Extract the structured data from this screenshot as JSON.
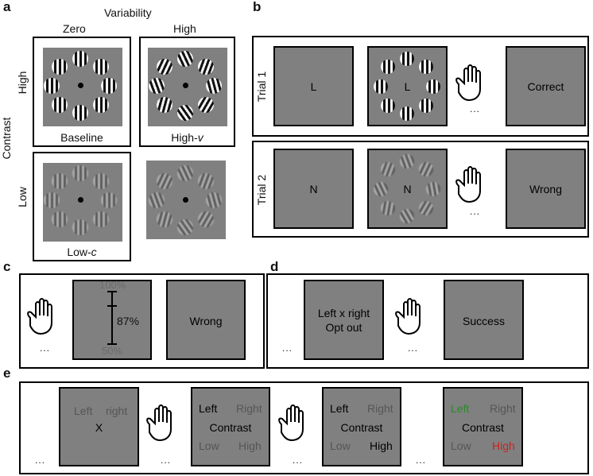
{
  "panel_a": {
    "label": "a",
    "variability_title": "Variability",
    "col_zero": "Zero",
    "col_high": "High",
    "contrast_title": "Contrast",
    "row_high": "High",
    "row_low": "Low",
    "baseline_caption": "Baseline",
    "highv_caption_main": "High-",
    "highv_caption_var": "v",
    "lowc_caption_main": "Low-",
    "lowc_caption_var": "c"
  },
  "panel_b": {
    "label": "b",
    "trial1_label": "Trial 1",
    "trial2_label": "Trial 2",
    "trial1_letter": "L",
    "trial1_letter_stim": "L",
    "trial1_feedback": "Correct",
    "trial2_letter": "N",
    "trial2_letter_stim": "N",
    "trial2_feedback": "Wrong",
    "ellipsis": "..."
  },
  "panel_c": {
    "label": "c",
    "scale_top": "100%",
    "scale_bottom": "50%",
    "confidence_value": "87%",
    "feedback": "Wrong",
    "ellipsis": "..."
  },
  "panel_d": {
    "label": "d",
    "choice_line1": "Left x right",
    "choice_line2": "Opt out",
    "feedback": "Success",
    "ellipsis": "..."
  },
  "panel_e": {
    "label": "e",
    "screen1_left": "Left",
    "screen1_right": "right",
    "screen1_x": "X",
    "left": "Left",
    "right": "Right",
    "contrast": "Contrast",
    "low": "Low",
    "high": "High",
    "ellipsis": "..."
  },
  "colors": {
    "screen_gray": "#808080",
    "selected_green": "#2a8a2a",
    "selected_red": "#cc2222",
    "dim_text": "#7a7a7a"
  }
}
